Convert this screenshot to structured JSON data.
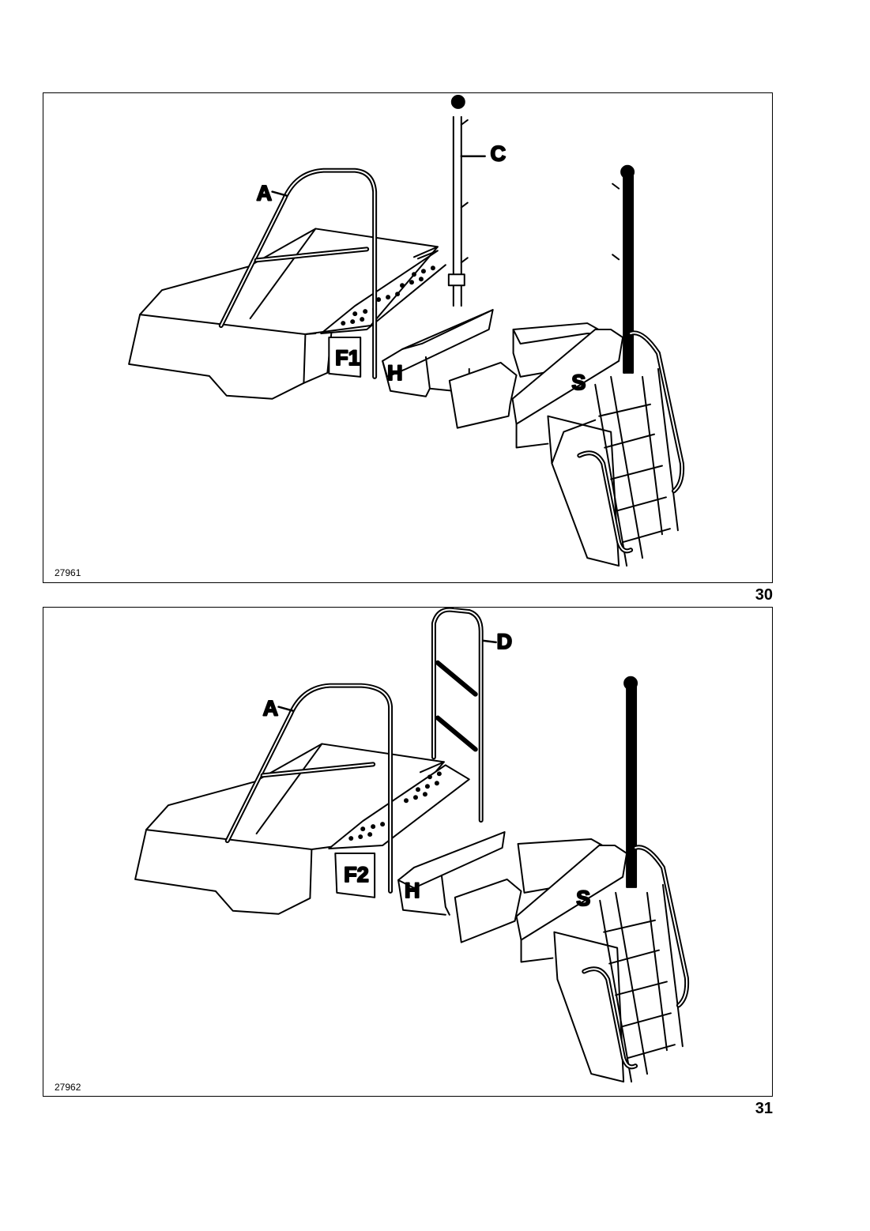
{
  "figures": [
    {
      "ref": "27961",
      "number": "30",
      "labels": {
        "a": "A",
        "c": "C",
        "f": "F1",
        "h": "H",
        "s": "S"
      }
    },
    {
      "ref": "27962",
      "number": "31",
      "labels": {
        "a": "A",
        "d": "D",
        "f": "F2",
        "h": "H",
        "s": "S"
      }
    }
  ]
}
